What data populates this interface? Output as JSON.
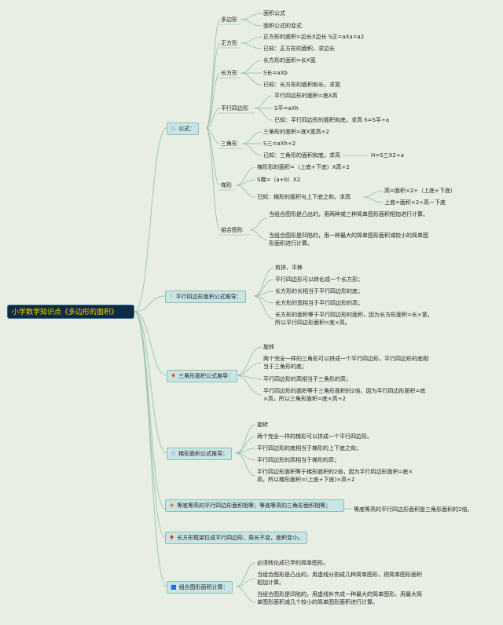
{
  "root": {
    "label": "小学数学知识点《多边形的面积》"
  },
  "formulas": {
    "label": "公式：",
    "groups": {
      "polygon": {
        "label": "多边形",
        "items": [
          "面积公式",
          "面积公式的变式"
        ]
      },
      "square": {
        "label": "正方形",
        "items": [
          "正方形的面积=边长X边长 S正=aXa=a2",
          "已知：正方形的面积，求边长"
        ]
      },
      "rectangle": {
        "label": "长方形",
        "items": [
          "长方形的面积=长X宽",
          "S长=aXb",
          "已知：长方形的面积和长，求宽"
        ]
      },
      "parallelogram": {
        "label": "平行四边形",
        "items": [
          "平行四边形的面积=底X高",
          "S平=aXh",
          "已知：平行四边形的面积和底，求高 h=S平÷a"
        ]
      },
      "triangle": {
        "label": "三角形",
        "items": [
          "三角形的面积=底X宽高÷2",
          "S三=aXh÷2",
          "已知：三角形的面积和底，求高"
        ],
        "extra": "H=S三X2÷a"
      },
      "trapezoid": {
        "label": "梯形",
        "items": [
          "梯形形的面积=（上底+下底）X高÷2",
          "S梯=（a+b）X2",
          "已知：梯形的面积与上下底之和，求高"
        ],
        "sub": [
          "高=面积×2÷（上底+下底）",
          "上底=面积×2÷高－下底"
        ]
      },
      "composite": {
        "label": "组合图形",
        "items": [
          "当组合图形是凸出的，用两种或三种简单图形面积相加进行计算。",
          "当组合图形是凹陷的，用一种最大的简单图形面积减较小的简单图形面积进行计算。"
        ]
      }
    }
  },
  "para_derive": {
    "label": "平行四边形面积公式推导：",
    "icon": "lightning-icon",
    "items": [
      "剪拼、平移",
      "平行四边形可以转化成一个长方形；",
      "长方形的长相当于平行四边形的底；",
      "长方形的宽相当于平行四边形的高；",
      "长方形的面积等于平行四边形的面积，因为长方形面积=长×宽，所以平行四边形面积=底×高。"
    ]
  },
  "tri_derive": {
    "label": "三角形面积公式推导：",
    "icon": "fire-icon",
    "items": [
      "旋转",
      "两个完全一样的三角形可以拼成一个平行四边形，平行四边形的底相当于三角形的底；",
      "平行四边形的高相当于三角形的高；",
      "平行四边形的面积等于三角形面积的2倍，因为平行四边形面积=底×高，所以三角形面积=底×高÷2"
    ]
  },
  "trap_derive": {
    "label": "梯形面积公式推导：",
    "icon": "star-icon",
    "items": [
      "旋转",
      "两个完全一样的梯形可以拼成一个平行四边形。",
      "平行四边形的底相当于梯形的上下底之和；",
      "平行四边形的高相当于梯形的高；",
      "平行四边形面积等于梯形面积的2倍，因为平行四边形面积=底×高，所以梯形面积=(上底+下底)×高÷2"
    ]
  },
  "equal": {
    "label": "等底等高的平行四边形面积相等；等底等高的三角形面积相等；",
    "icon": "star-icon",
    "detail": "等底等高的平行四边形面积是三角形面积的2倍。"
  },
  "frame": {
    "label": "长方形框架拉成平行四边形，周长不变，面积变小。",
    "icon": "fire-icon"
  },
  "composite_calc": {
    "label": "组合图形面积计算：",
    "icon": "square-icon",
    "items": [
      "必须转化成已学的简单图形。",
      "当组合图形是凸出的，用虚线分割成几种简单图形，把简单图形面积相加计算。",
      "当组合图形是凹陷的，用虚线补齐成一种最大的简单图形，用最大简单图形面积减几个较小的简单图形面积进行计算。"
    ]
  },
  "colors": {
    "root_bg": "#0e2a44",
    "root_text": "#ffd500",
    "node_bg": "#c8e4e4",
    "line": "#9fc6b5",
    "background": "#e9eee4"
  }
}
